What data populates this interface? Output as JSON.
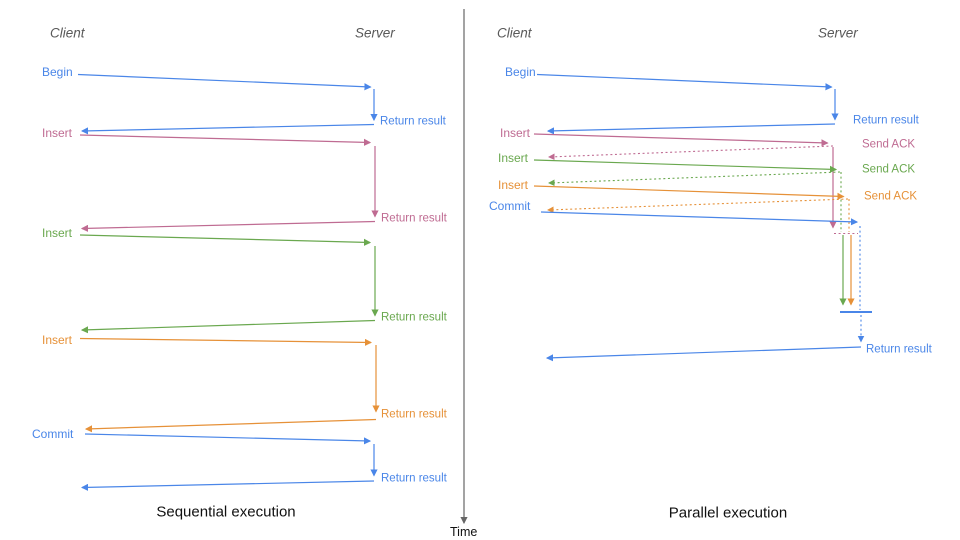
{
  "diagram": {
    "time_axis_label": "Time",
    "colors": {
      "blue": "#4a86e8",
      "pink": "#bf6b92",
      "green": "#6aa84f",
      "orange": "#e69138",
      "axis_gray": "#666666",
      "header_gray": "#595959"
    }
  },
  "sequential": {
    "title": "Sequential execution",
    "client_header": "Client",
    "server_header": "Server",
    "ops": [
      {
        "label": "Begin",
        "color": "#4a86e8",
        "result": "Return result"
      },
      {
        "label": "Insert",
        "color": "#bf6b92",
        "result": "Return result"
      },
      {
        "label": "Insert",
        "color": "#6aa84f",
        "result": "Return result"
      },
      {
        "label": "Insert",
        "color": "#e69138",
        "result": "Return result"
      },
      {
        "label": "Commit",
        "color": "#4a86e8",
        "result": "Return result"
      }
    ]
  },
  "parallel": {
    "title": "Parallel execution",
    "client_header": "Client",
    "server_header": "Server",
    "ops": [
      {
        "label": "Begin",
        "color": "#4a86e8",
        "response": "Return result"
      },
      {
        "label": "Insert",
        "color": "#bf6b92",
        "response": "Send ACK"
      },
      {
        "label": "Insert",
        "color": "#6aa84f",
        "response": "Send ACK"
      },
      {
        "label": "Insert",
        "color": "#e69138",
        "response": "Send ACK"
      },
      {
        "label": "Commit",
        "color": "#4a86e8",
        "response": "Return result"
      }
    ]
  }
}
